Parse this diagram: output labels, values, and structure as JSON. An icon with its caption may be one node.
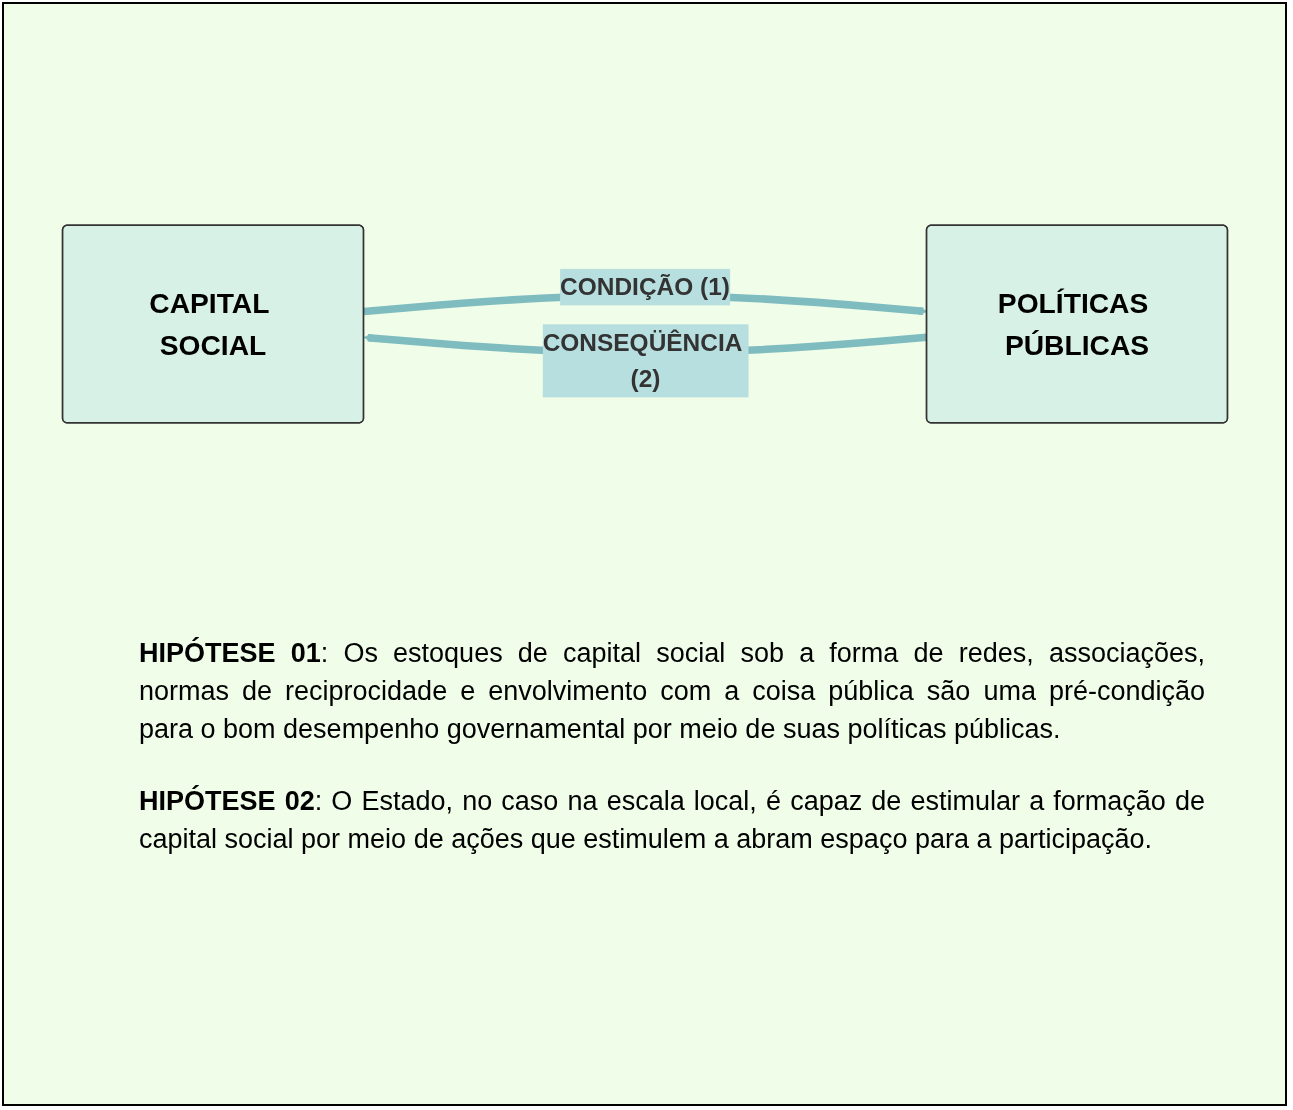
{
  "diagram": {
    "nodes": [
      {
        "text": [
          "CAPITAL SOCIAL"
        ]
      },
      {
        "text": [
          "POLÍTICAS PÚBLICAS"
        ]
      }
    ],
    "edges": [
      {
        "from": 0,
        "to": 1,
        "arrow": "to",
        "label": "CONDIÇÃO (1)"
      },
      {
        "from": 1,
        "to": 0,
        "arrow": "to",
        "label": "CONSEQÜÊNCIA (2)"
      }
    ],
    "labels": [
      "**HIPÓTESE 01**: Os estoques de capital social sob a forma de redes, associações, normas de reciprocidade e envolvimento com a coisa pública são uma pré-condição para o bom desempenho governamental por meio de suas políticas públicas.",
      "**HIPÓTESE 02**: O Estado, no caso na escala local, é capaz de estimular a formação de capital social por meio de ações que estimulem a abram espaço para a participação."
    ]
  }
}
